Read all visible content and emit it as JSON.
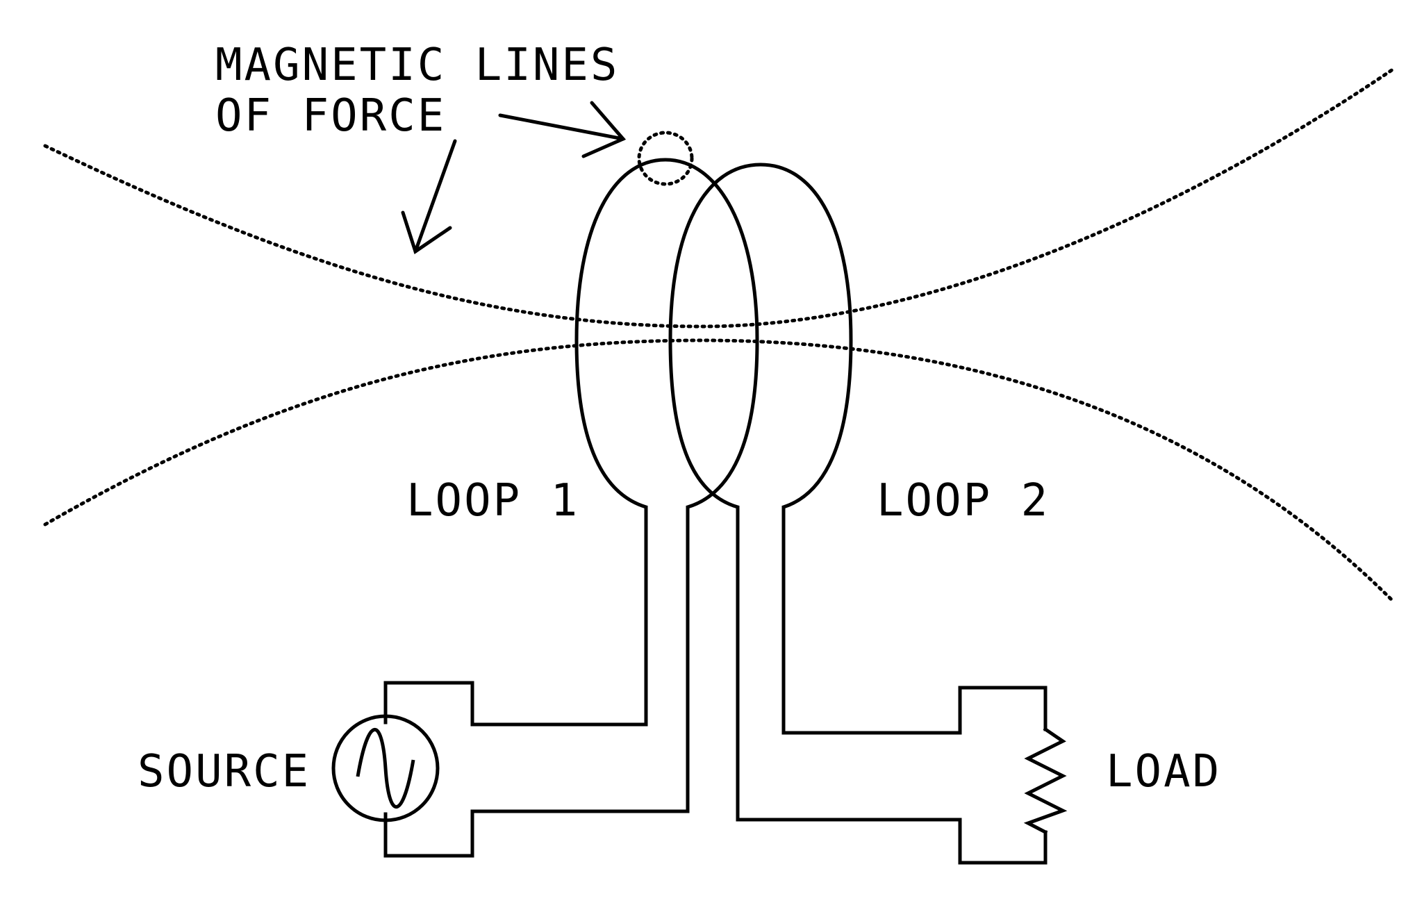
{
  "labels": {
    "field_line1": "MAGNETIC LINES",
    "field_line2": "OF FORCE",
    "loop1": "LOOP 1",
    "loop2": "LOOP 2",
    "source": "SOURCE",
    "load": "LOAD"
  },
  "icons": {
    "source_symbol": "ac-source-icon",
    "load_symbol": "resistor-icon"
  }
}
